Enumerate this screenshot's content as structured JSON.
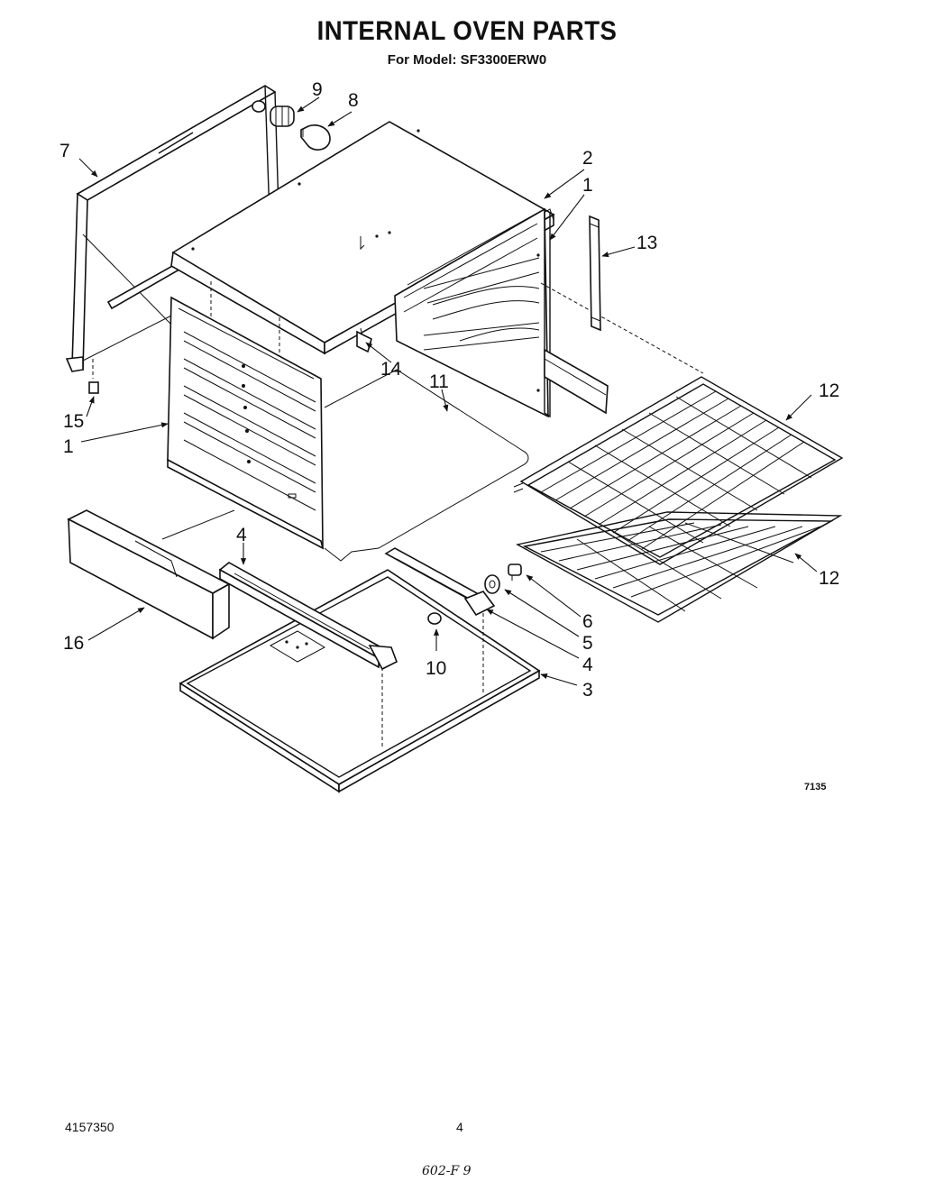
{
  "title": "INTERNAL OVEN PARTS",
  "subtitle": "For Model: SF3300ERW0",
  "figure_number": "7135",
  "footer": {
    "part_number": "4157350",
    "page_number": "4",
    "handwritten_note": "602-F 9"
  },
  "callouts": [
    "1",
    "1",
    "2",
    "3",
    "4",
    "4",
    "5",
    "6",
    "7",
    "8",
    "9",
    "10",
    "11",
    "12",
    "12",
    "13",
    "14",
    "15",
    "16"
  ]
}
